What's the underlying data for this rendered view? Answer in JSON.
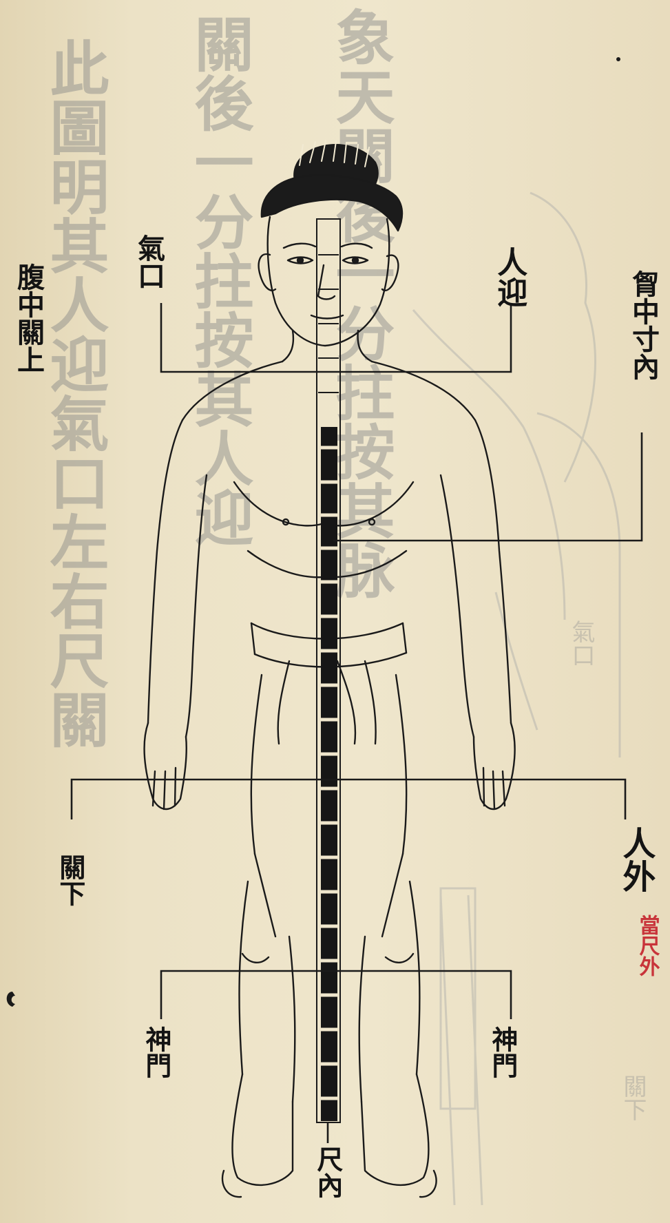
{
  "ghost_text": {
    "columns": [
      "象天關後一分拄按其脉",
      "關後一分拄按其人迎",
      "此圖明其人迎氣口左右尺關"
    ],
    "small_1": "氣口",
    "small_2": "關下"
  },
  "labels": {
    "renying": "人迎",
    "qikou": "氣口",
    "fuzhongguan": "腹中關上",
    "xiongzhong": "胷中寸內",
    "guanxia": "關下",
    "renwai": "人外",
    "dangchiwai": "當尺外",
    "shenmen_left": "神門",
    "shenmen_right": "神門",
    "chinei": "尺內"
  },
  "colors": {
    "paper": "#ece1c4",
    "ink": "#141414",
    "red_annotation": "#c8343a",
    "ghost_ink": "#7f8183"
  },
  "icons": [
    "human-figure-front-icon",
    "measuring-rod-icon"
  ]
}
